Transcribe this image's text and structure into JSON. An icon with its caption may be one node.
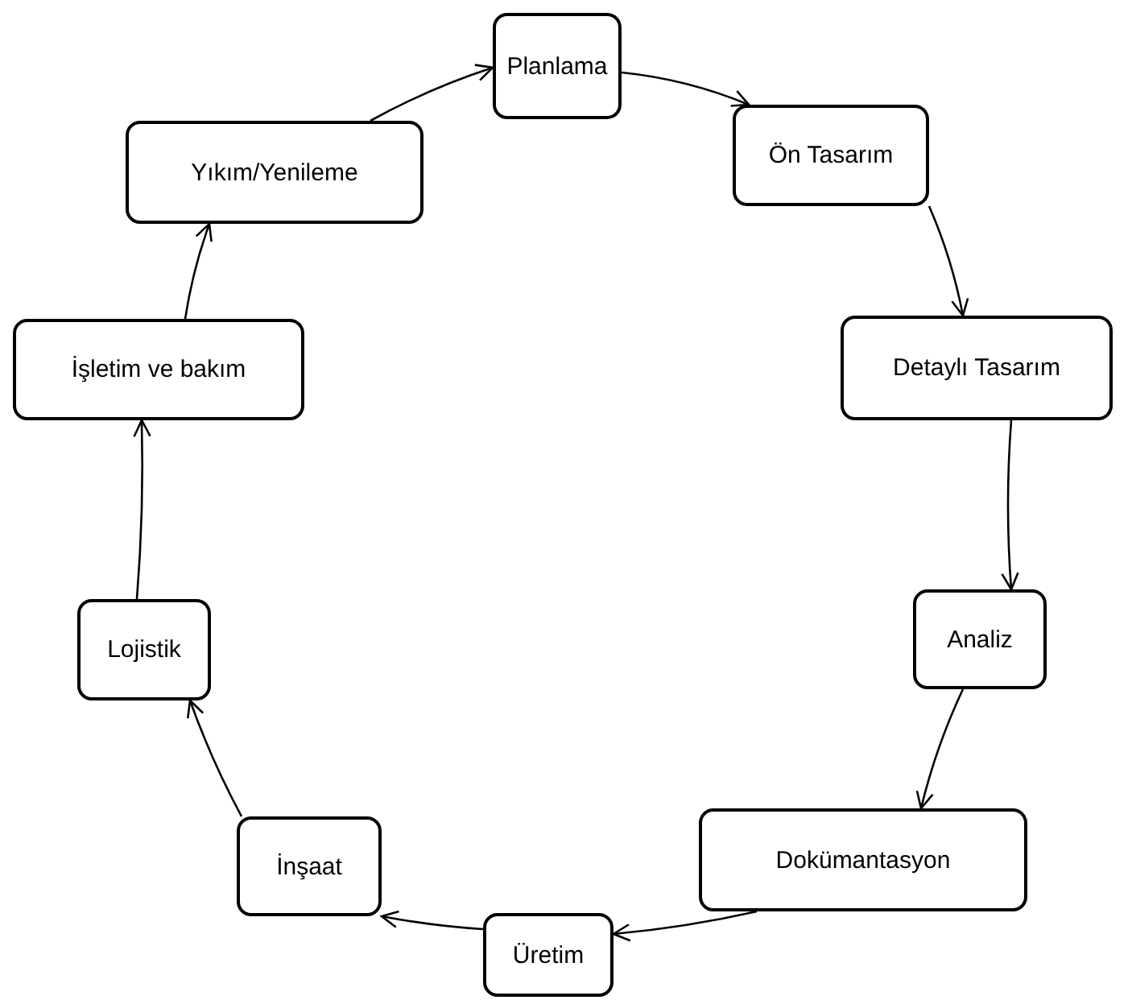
{
  "diagram": {
    "nodes": [
      {
        "text": [
          "Planlama"
        ]
      },
      {
        "text": [
          "Ön Tasarım"
        ]
      },
      {
        "text": [
          "Detaylı Tasarım"
        ]
      },
      {
        "text": [
          "Analiz"
        ]
      },
      {
        "text": [
          "Dokümantasyon"
        ]
      },
      {
        "text": [
          "Üretim"
        ]
      },
      {
        "text": [
          "İnşaat"
        ]
      },
      {
        "text": [
          "Lojistik"
        ]
      },
      {
        "text": [
          "İşletim ve bakım"
        ]
      },
      {
        "text": [
          "Yıkım/Yenileme"
        ]
      }
    ],
    "edges": [
      {
        "from": 0,
        "to": 1,
        "arrow": "to"
      },
      {
        "from": 1,
        "to": 2,
        "arrow": "to"
      },
      {
        "from": 2,
        "to": 3,
        "arrow": "to"
      },
      {
        "from": 3,
        "to": 4,
        "arrow": "to"
      },
      {
        "from": 4,
        "to": 5,
        "arrow": "to"
      },
      {
        "from": 5,
        "to": 6,
        "arrow": "to"
      },
      {
        "from": 6,
        "to": 7,
        "arrow": "to"
      },
      {
        "from": 7,
        "to": 8,
        "arrow": "to"
      },
      {
        "from": 8,
        "to": 9,
        "arrow": "to"
      },
      {
        "from": 9,
        "to": 0,
        "arrow": "to"
      }
    ]
  }
}
